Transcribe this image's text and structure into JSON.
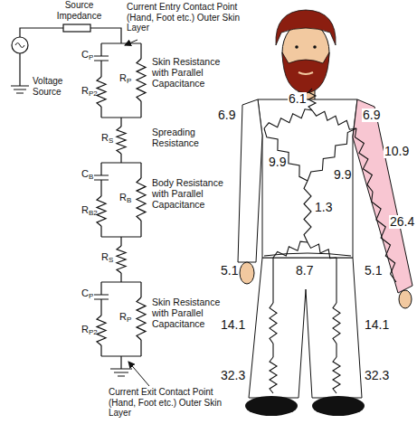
{
  "diagram": {
    "labels": [
      "Source Impedance",
      "Current Entry Contact Point (Hand, Foot etc.) Outer Skin Layer",
      "Voltage Source",
      "Skin Resistance with Parallel Capacitance",
      "Spreading Resistance",
      "Body Resistance with Parallel Capacitance",
      "Skin Resistance with Parallel Capacitance",
      "Current Exit Contact Point (Hand, Foot etc.) Outer Skin Layer",
      "C",
      "P",
      "R",
      "P2",
      "R",
      "P",
      "R",
      "S",
      "C",
      "B",
      "R",
      "B2",
      "R",
      "B",
      "R",
      "S",
      "C",
      "P",
      "R",
      "P2",
      "R",
      "P",
      "6.1",
      "6.9",
      "6.9",
      "9.9",
      "9.9",
      "1.3",
      "10.9",
      "26.4",
      "5.1",
      "8.7",
      "5.1",
      "14.1",
      "14.1",
      "32.3",
      "32.3"
    ]
  }
}
